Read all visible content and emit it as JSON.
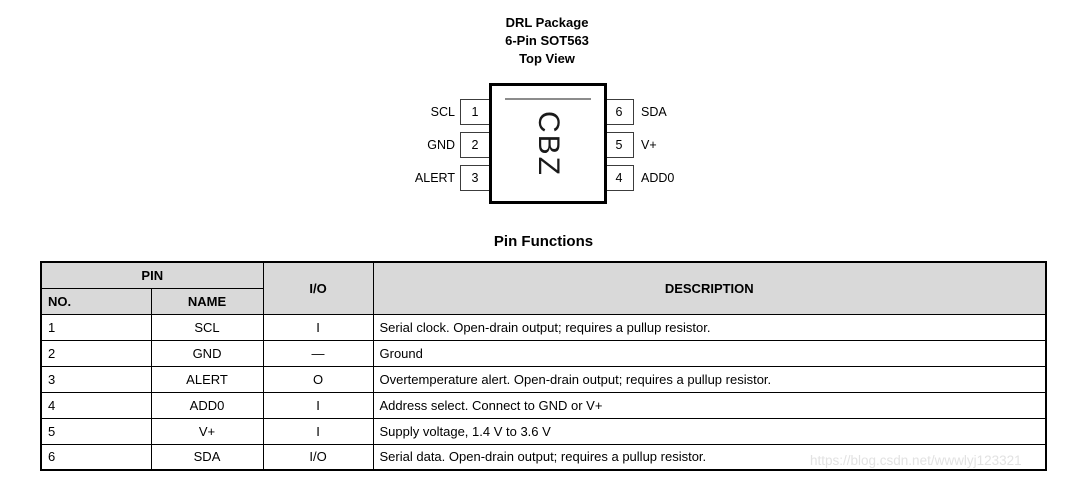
{
  "package_diagram": {
    "title_lines": [
      "DRL Package",
      "6-Pin SOT563",
      "Top View"
    ],
    "chip_marking": "CBZ",
    "left_pins": [
      {
        "number": "1",
        "label": "SCL"
      },
      {
        "number": "2",
        "label": "GND"
      },
      {
        "number": "3",
        "label": "ALERT"
      }
    ],
    "right_pins": [
      {
        "number": "6",
        "label": "SDA"
      },
      {
        "number": "5",
        "label": "V+"
      },
      {
        "number": "4",
        "label": "ADD0"
      }
    ]
  },
  "pin_table": {
    "title": "Pin Functions",
    "headers": {
      "pin_group": "PIN",
      "no": "NO.",
      "name": "NAME",
      "io": "I/O",
      "description": "DESCRIPTION"
    },
    "rows": [
      {
        "no": "1",
        "name": "SCL",
        "io": "I",
        "description": "Serial clock. Open-drain output; requires a pullup resistor."
      },
      {
        "no": "2",
        "name": "GND",
        "io": "—",
        "description": "Ground"
      },
      {
        "no": "3",
        "name": "ALERT",
        "io": "O",
        "description": "Overtemperature alert. Open-drain output; requires a pullup resistor."
      },
      {
        "no": "4",
        "name": "ADD0",
        "io": "I",
        "description": "Address select. Connect to GND or V+"
      },
      {
        "no": "5",
        "name": "V+",
        "io": "I",
        "description": "Supply voltage, 1.4 V to 3.6 V"
      },
      {
        "no": "6",
        "name": "SDA",
        "io": "I/O",
        "description": "Serial data. Open-drain output; requires a pullup resistor."
      }
    ]
  },
  "watermark": "https://blog.csdn.net/wwwlyj123321",
  "colors": {
    "table_header_bg": "#d9d9d9",
    "border": "#000000",
    "watermark_text": "#e2e2e2"
  }
}
